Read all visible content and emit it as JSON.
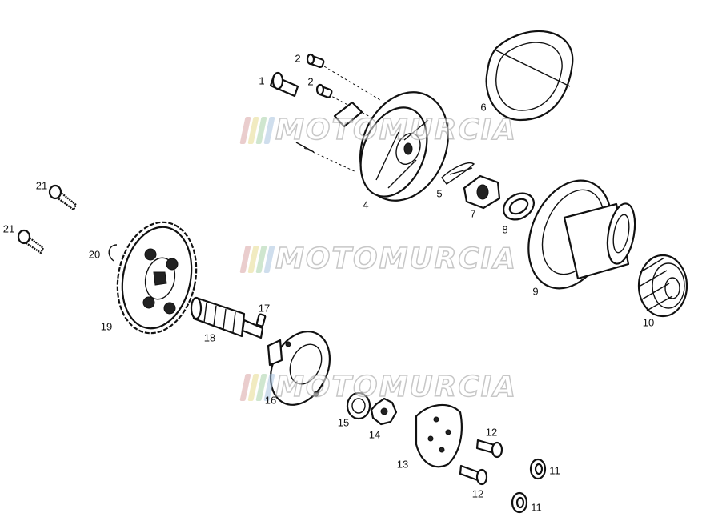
{
  "watermark": {
    "text": "MOTOMURCIA",
    "bar_colors": [
      "#d9a5a5",
      "#e7dc8f",
      "#a9d3a9",
      "#a8c4e0"
    ]
  },
  "labels": {
    "p1": "1",
    "p2a": "2",
    "p2b": "2",
    "p4": "4",
    "p5": "5",
    "p6": "6",
    "p7": "7",
    "p8": "8",
    "p9": "9",
    "p10": "10",
    "p11a": "11",
    "p11b": "11",
    "p12a": "12",
    "p12b": "12",
    "p13": "13",
    "p14": "14",
    "p15": "15",
    "p16": "16",
    "p17": "17",
    "p18": "18",
    "p19": "19",
    "p20": "20",
    "p21a": "21",
    "p21b": "21"
  }
}
